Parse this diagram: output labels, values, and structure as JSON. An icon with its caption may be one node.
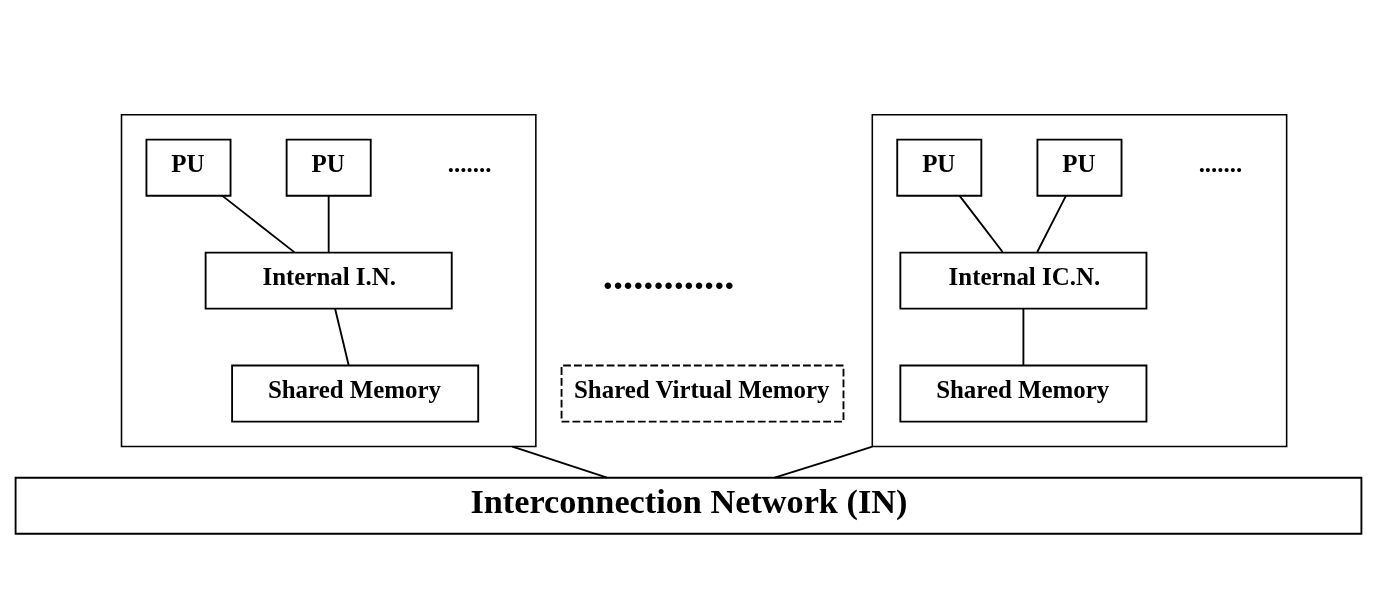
{
  "diagram": {
    "nodes": [
      {
        "text": [],
        "shape": "box"
      },
      {
        "text": [
          "PU"
        ],
        "in": 0
      },
      {
        "text": [
          "PU"
        ],
        "in": 0
      },
      {
        "text": [
          "Internal I.N."
        ],
        "in": 0
      },
      {
        "text": [
          "Shared Memory"
        ],
        "in": 0
      },
      {
        "text": [],
        "shape": "box"
      },
      {
        "text": [
          "PU"
        ],
        "in": 5
      },
      {
        "text": [
          "PU"
        ],
        "in": 5
      },
      {
        "text": [
          "Internal IC.N."
        ],
        "in": 5
      },
      {
        "text": [
          "Shared Memory"
        ],
        "in": 5
      },
      {
        "text": [
          "Shared Virtual Memory"
        ]
      },
      {
        "text": [
          "Interconnection Network (IN)"
        ]
      }
    ],
    "edges": [
      {
        "from": 1,
        "to": 3,
        "arrow": "none"
      },
      {
        "from": 2,
        "to": 3,
        "arrow": "none"
      },
      {
        "from": 3,
        "to": 4,
        "arrow": "none"
      },
      {
        "from": 6,
        "to": 8,
        "arrow": "none"
      },
      {
        "from": 7,
        "to": 8,
        "arrow": "none"
      },
      {
        "from": 8,
        "to": 9,
        "arrow": "none"
      },
      {
        "from": 0,
        "to": 11,
        "arrow": "none"
      },
      {
        "from": 5,
        "to": 11,
        "arrow": "none"
      }
    ],
    "labels": [
      ".......",
      ".......",
      "............."
    ]
  }
}
